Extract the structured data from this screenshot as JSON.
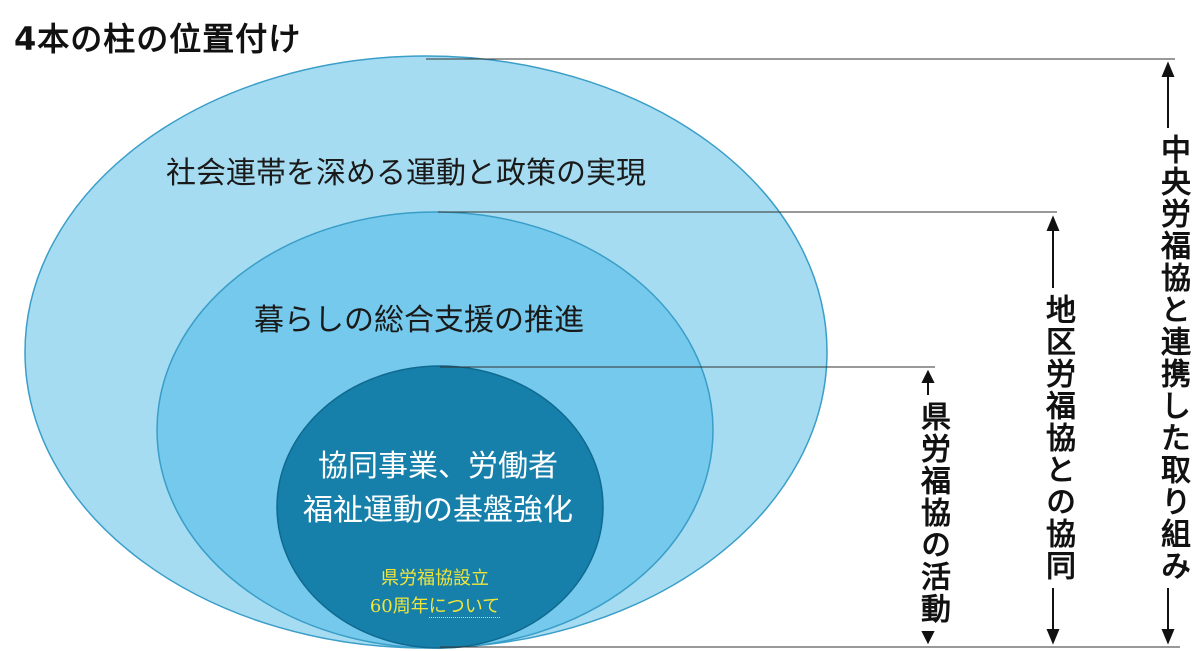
{
  "title": "4本の柱の位置付け",
  "rings": {
    "outer": "社会連帯を深める運動と政策の実現",
    "middle": "暮らしの総合支援の推進",
    "inner_line1": "協同事業、労働者",
    "inner_line2": "福祉運動の基盤強化"
  },
  "link": {
    "line1": "県労福協設立",
    "line2_prefix": "60周年",
    "line2_link": "について"
  },
  "scopes": {
    "prefectural": "県労福協の活動",
    "regional": "地区労福協との協同",
    "central": "中央労福協と連携した取り組み"
  },
  "colors": {
    "outer": "#a6dcf2",
    "middle": "#74c9ec",
    "inner": "#1680ab",
    "link_text": "#f2e53a"
  }
}
